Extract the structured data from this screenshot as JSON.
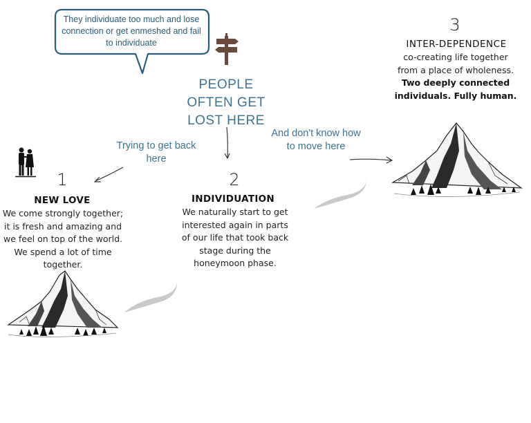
{
  "bubble": {
    "text": "They individuate too much and lose connection or get enmeshed and fail to individuate"
  },
  "center_label": "PEOPLE OFTEN GET LOST HERE",
  "notes": {
    "back": "Trying to get back here",
    "move": "And don't know how to move here"
  },
  "stages": [
    {
      "number": "1",
      "title": "NEW LOVE",
      "description": "We come strongly together; it is fresh and amazing and we feel on top of the world. We spend a lot of time together."
    },
    {
      "number": "2",
      "title": "INDIVIDUATION",
      "description": "We naturally start to get interested again in parts of our life that took back stage during the honeymoon phase."
    },
    {
      "number": "3",
      "title": "INTER-DEPENDENCE",
      "description": "co-creating life together from a place of wholeness.",
      "emphasis": "Two deeply connected individuals. Fully human."
    }
  ],
  "colors": {
    "teal_text": "#3f7391",
    "bubble_border": "#2a5d78",
    "signpost": "#6b4a3e",
    "path_gray": "#c9c9c9"
  },
  "icons": [
    "signpost-icon",
    "couple-icon",
    "mountain-icon",
    "path-icon",
    "arrow-icon"
  ]
}
